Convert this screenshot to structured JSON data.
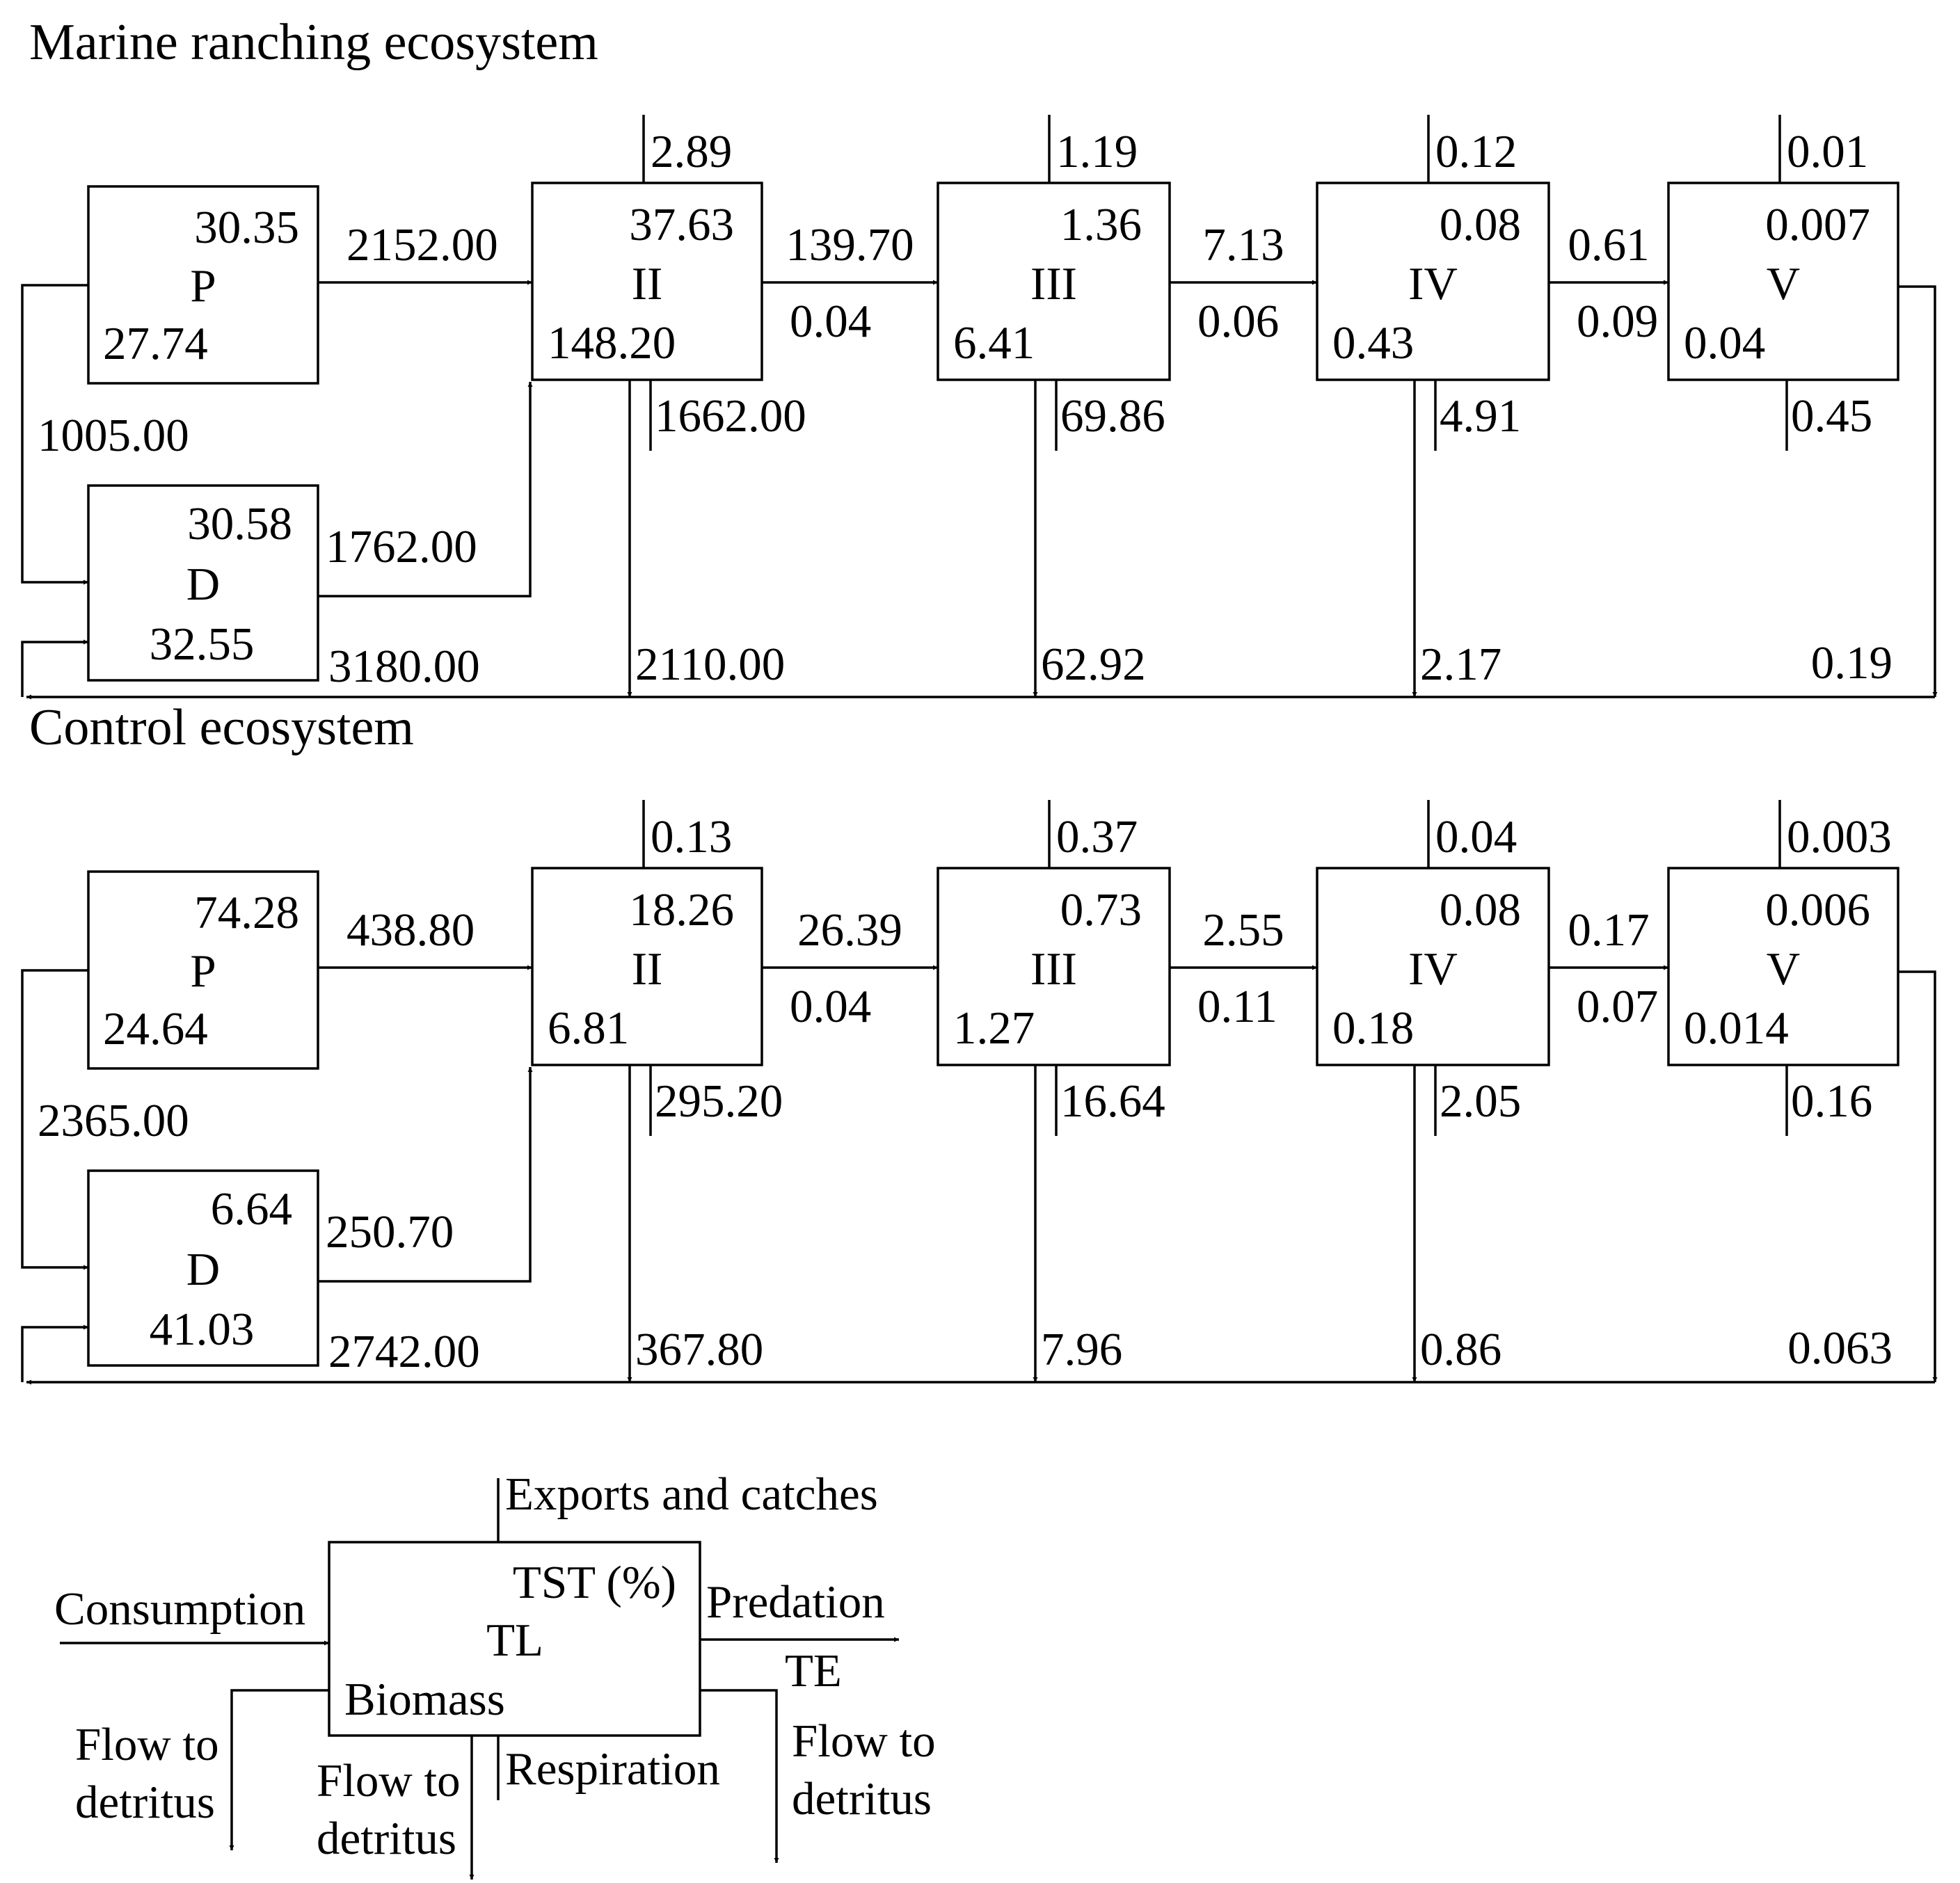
{
  "colors": {
    "ink": "#000000",
    "background": "#ffffff"
  },
  "panels": [
    {
      "title": "Marine ranching ecosystem",
      "primary": {
        "name": "P",
        "top": "30.35",
        "bottom": "27.74"
      },
      "detritus": {
        "name": "D",
        "top": "30.58",
        "bottom": "32.55"
      },
      "p_to_ii": "2152.00",
      "p_to_d": "1005.00",
      "d_to_ii": "1762.00",
      "d_return": "3180.00",
      "levels": [
        {
          "name": "II",
          "top": "37.63",
          "bottom": "148.20",
          "export": "2.89",
          "respiration": "1662.00",
          "detritus": "2110.00",
          "pred": "139.70",
          "te": "0.04"
        },
        {
          "name": "III",
          "top": "1.36",
          "bottom": "6.41",
          "export": "1.19",
          "respiration": "69.86",
          "detritus": "62.92",
          "pred": "7.13",
          "te": "0.06"
        },
        {
          "name": "IV",
          "top": "0.08",
          "bottom": "0.43",
          "export": "0.12",
          "respiration": "4.91",
          "detritus": "2.17",
          "pred": "0.61",
          "te": "0.09"
        },
        {
          "name": "V",
          "top": "0.007",
          "bottom": "0.04",
          "export": "0.01",
          "respiration": "0.45",
          "detritus": "0.19"
        }
      ]
    },
    {
      "title": "Control ecosystem",
      "primary": {
        "name": "P",
        "top": "74.28",
        "bottom": "24.64"
      },
      "detritus": {
        "name": "D",
        "top": "6.64",
        "bottom": "41.03"
      },
      "p_to_ii": "438.80",
      "p_to_d": "2365.00",
      "d_to_ii": "250.70",
      "d_return": "2742.00",
      "levels": [
        {
          "name": "II",
          "top": "18.26",
          "bottom": "6.81",
          "export": "0.13",
          "respiration": "295.20",
          "detritus": "367.80",
          "pred": "26.39",
          "te": "0.04"
        },
        {
          "name": "III",
          "top": "0.73",
          "bottom": "1.27",
          "export": "0.37",
          "respiration": "16.64",
          "detritus": "7.96",
          "pred": "2.55",
          "te": "0.11"
        },
        {
          "name": "IV",
          "top": "0.08",
          "bottom": "0.18",
          "export": "0.04",
          "respiration": "2.05",
          "detritus": "0.86",
          "pred": "0.17",
          "te": "0.07"
        },
        {
          "name": "V",
          "top": "0.006",
          "bottom": "0.014",
          "export": "0.003",
          "respiration": "0.16",
          "detritus": "0.063"
        }
      ]
    }
  ],
  "legend": {
    "exports": "Exports and catches",
    "tst": "TST (%)",
    "tl": "TL",
    "biomass": "Biomass",
    "consumption": "Consumption",
    "predation": "Predation",
    "te": "TE",
    "respiration": "Respiration",
    "flow_left_1": "Flow to",
    "flow_left_2": "detritus",
    "flow_mid_1": "Flow to",
    "flow_mid_2": "detritus",
    "flow_right_1": "Flow to",
    "flow_right_2": "detritus"
  }
}
